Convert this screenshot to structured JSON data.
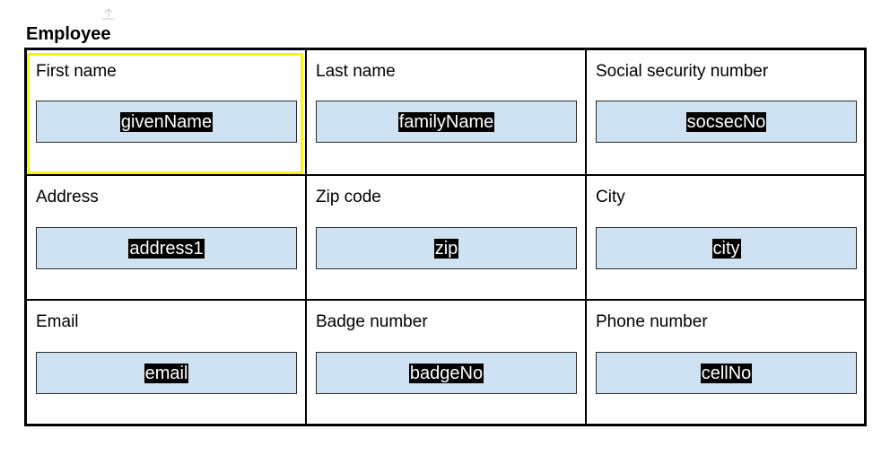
{
  "form": {
    "title": "Employee",
    "fields": [
      {
        "label": "First name",
        "value": "givenName",
        "selected": true
      },
      {
        "label": "Last name",
        "value": "familyName"
      },
      {
        "label": "Social security number",
        "value": "socsecNo"
      },
      {
        "label": "Address",
        "value": "address1"
      },
      {
        "label": "Zip code",
        "value": "zip"
      },
      {
        "label": "City",
        "value": "city"
      },
      {
        "label": "Email",
        "value": "email"
      },
      {
        "label": "Badge number",
        "value": "badgeNo"
      },
      {
        "label": "Phone number",
        "value": "cellNo"
      }
    ]
  },
  "colors": {
    "field_background": "#cfe2f3",
    "selection_outline": "#f4f40f",
    "value_highlight": "#000000"
  },
  "icons": {
    "anchor": "anchor-arrow-icon"
  }
}
